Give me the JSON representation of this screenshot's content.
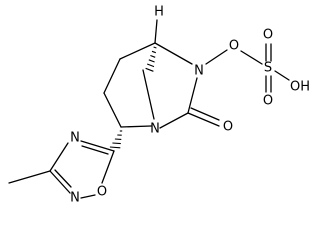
{
  "atoms": {
    "h_label": "H",
    "n_top": "N",
    "n_bottom": "N",
    "o_carbonyl": "O",
    "o_link": "O",
    "sulfur": "S",
    "o_sulfonyl_top": "O",
    "o_sulfonyl_bottom": "O",
    "oh_group": "OH",
    "n_ring_3": "N",
    "n_ring_2": "N",
    "o_ring_1": "O"
  }
}
